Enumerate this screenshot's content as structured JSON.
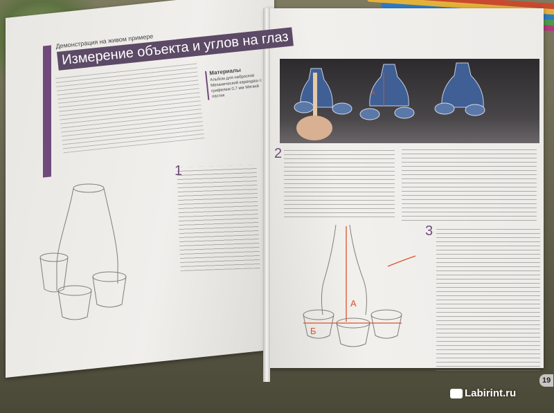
{
  "book": {
    "kicker": "Демонстрация на живом примере",
    "title": "Измерение объекта и углов на глаз",
    "materials_heading": "Материалы",
    "materials_text": "Альбом для набросков Механический карандаш с грифелем 0,7 мм Мягкий ластик",
    "step_numbers": [
      "1",
      "2",
      "3"
    ],
    "diagram_labels": {
      "a": "А",
      "b": "Б"
    },
    "page_number": "19"
  },
  "watermark": {
    "text": "Labirint.ru"
  },
  "colors": {
    "accent": "#6f4a7a",
    "annotation": "#d8522a"
  }
}
